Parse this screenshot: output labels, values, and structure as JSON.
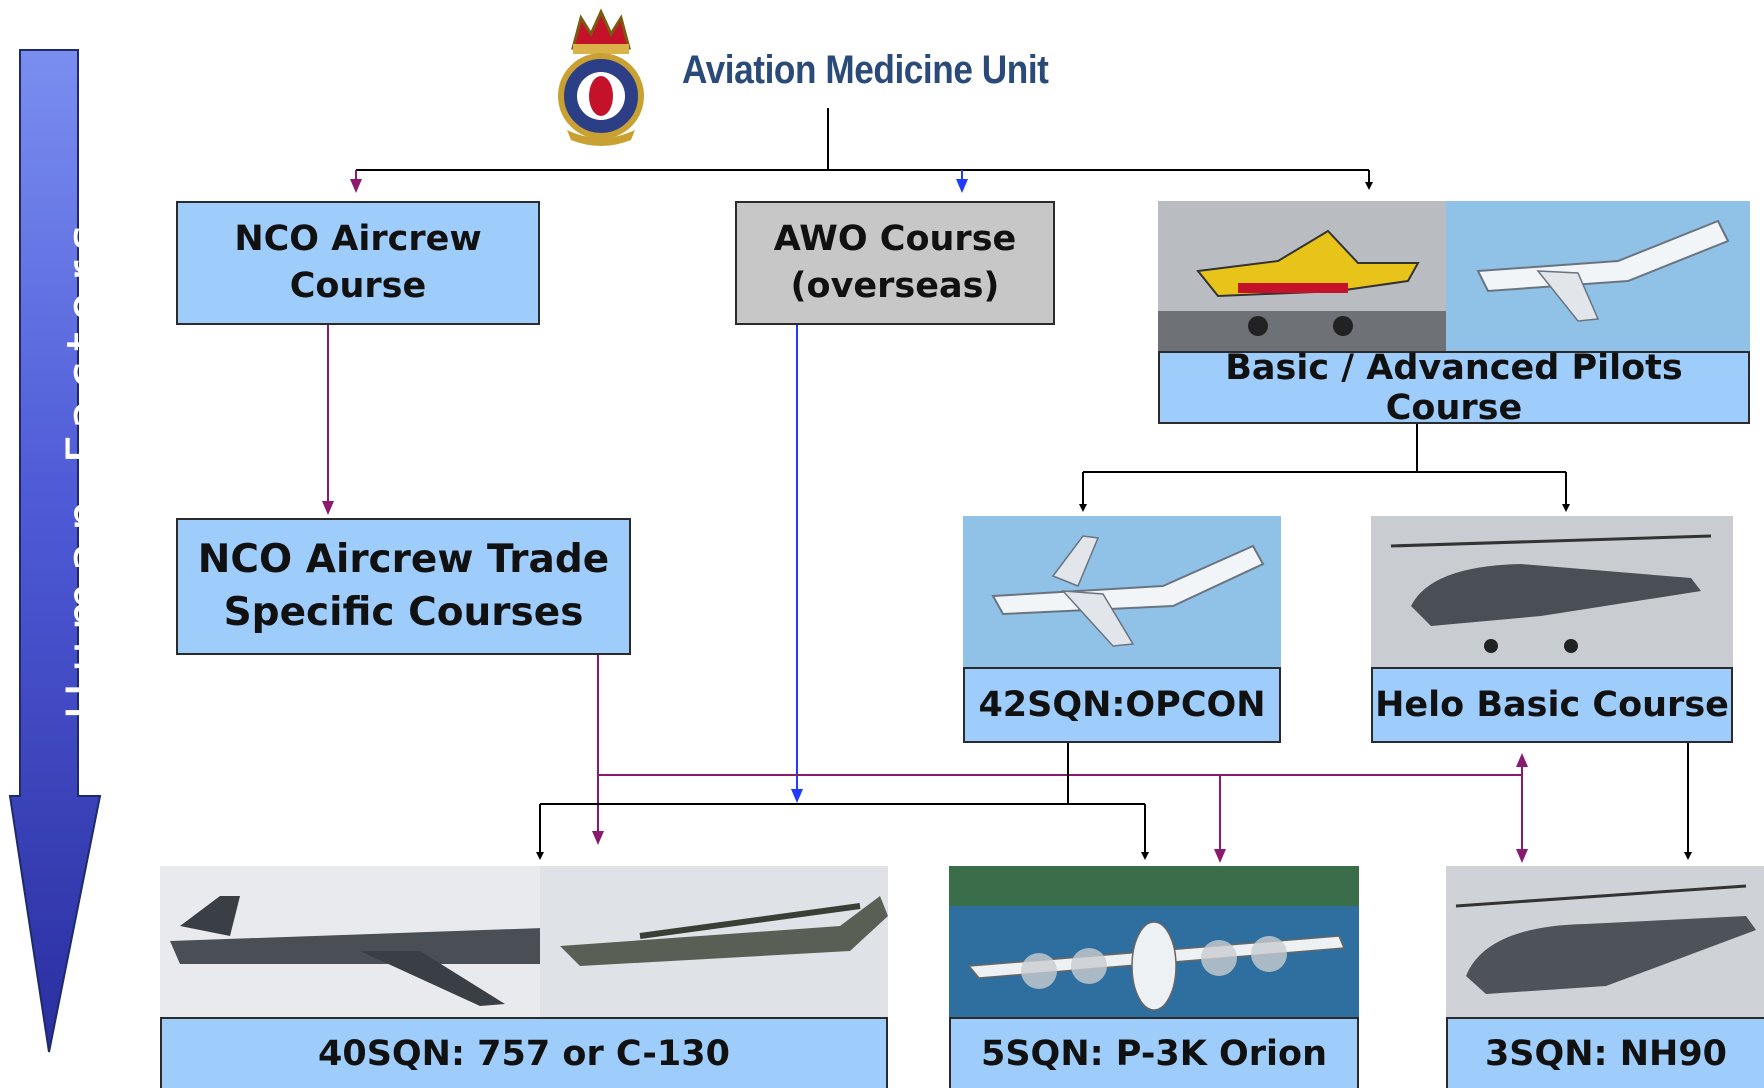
{
  "header": {
    "unit_name": "Aviation Medicine Unit"
  },
  "side_arrow": {
    "label": "Human Factors"
  },
  "courses": {
    "nco_aircrew": "NCO Aircrew\nCourse",
    "awo": "AWO Course\n(overseas)",
    "pilots": "Basic / Advanced Pilots Course",
    "nco_trade": "NCO Aircrew Trade\nSpecific Courses",
    "opcon_42sqn": "42SQN:OPCON",
    "helo_basic": "Helo Basic Course"
  },
  "squadrons": {
    "sqn40": "40SQN: 757 or C-130",
    "sqn5": "5SQN: P-3K Orion",
    "sqn3": "3SQN: NH90"
  },
  "colors": {
    "box_blue": "#9fcdfb",
    "box_gray": "#c7c7c7",
    "arrow_purple": "#8b1a6e",
    "arrow_blue": "#1f3bff",
    "arrow_black": "#000000",
    "title_navy": "#2a4a7a"
  },
  "icons": {
    "crest": "rnzaf-aviation-medicine-crest",
    "aircraft_photos": [
      "ct4-airtrainer",
      "king-air",
      "king-air",
      "a109-helicopter",
      "boeing-757",
      "c-130-hercules",
      "p-3k-orion",
      "nh90-helicopter"
    ]
  }
}
